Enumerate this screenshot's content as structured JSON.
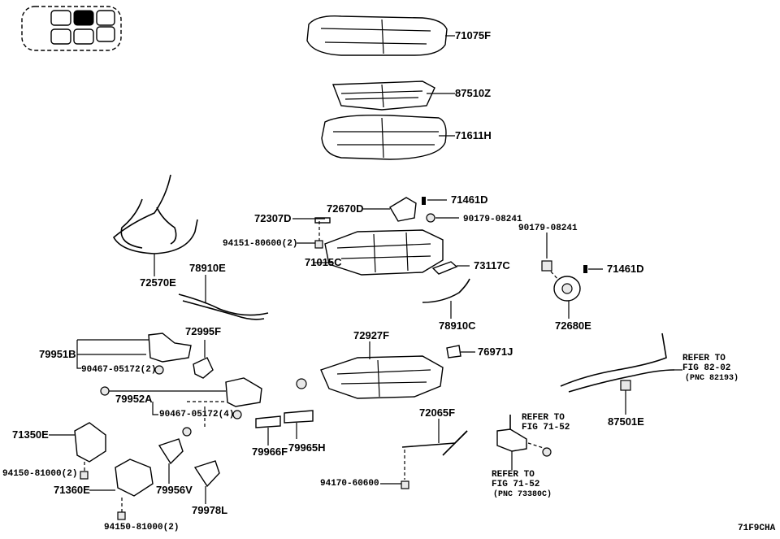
{
  "parts": {
    "p71075F": "71075F",
    "p87510Z": "87510Z",
    "p71611H": "71611H",
    "p72670D": "72670D",
    "p71461D": "71461D",
    "p90179_08241": "90179-08241",
    "p72307D": "72307D",
    "p94151_80600": "94151-80600(2)",
    "p71015C": "71015C",
    "p73117C": "73117C",
    "p78910E": "78910E",
    "p72570E": "72570E",
    "p78910C": "78910C",
    "p72680E": "72680E",
    "p72995F": "72995F",
    "p72927F": "72927F",
    "p79951B": "79951B",
    "p90467_05172_2": "90467-05172(2)",
    "p76971J": "76971J",
    "p79952A": "79952A",
    "p90467_05172_4": "90467-05172(4)",
    "p87501E": "87501E",
    "p72065F": "72065F",
    "p71350E": "71350E",
    "p79966F": "79966F",
    "p79965H": "79965H",
    "p94150_81000": "94150-81000(2)",
    "p94170_60600": "94170-60600",
    "p71360E": "71360E",
    "p79956V": "79956V",
    "p79978L": "79978L"
  },
  "refs": {
    "r82_02": {
      "line1": "REFER TO",
      "line2": "FIG 82-02",
      "pnc": "(PNC 82193)"
    },
    "r71_52_a": {
      "line1": "REFER TO",
      "line2": "FIG 71-52"
    },
    "r71_52_b": {
      "line1": "REFER TO",
      "line2": "FIG 71-52",
      "pnc": "(PNC 73380C)"
    }
  },
  "figure_code": "71F9CHA"
}
